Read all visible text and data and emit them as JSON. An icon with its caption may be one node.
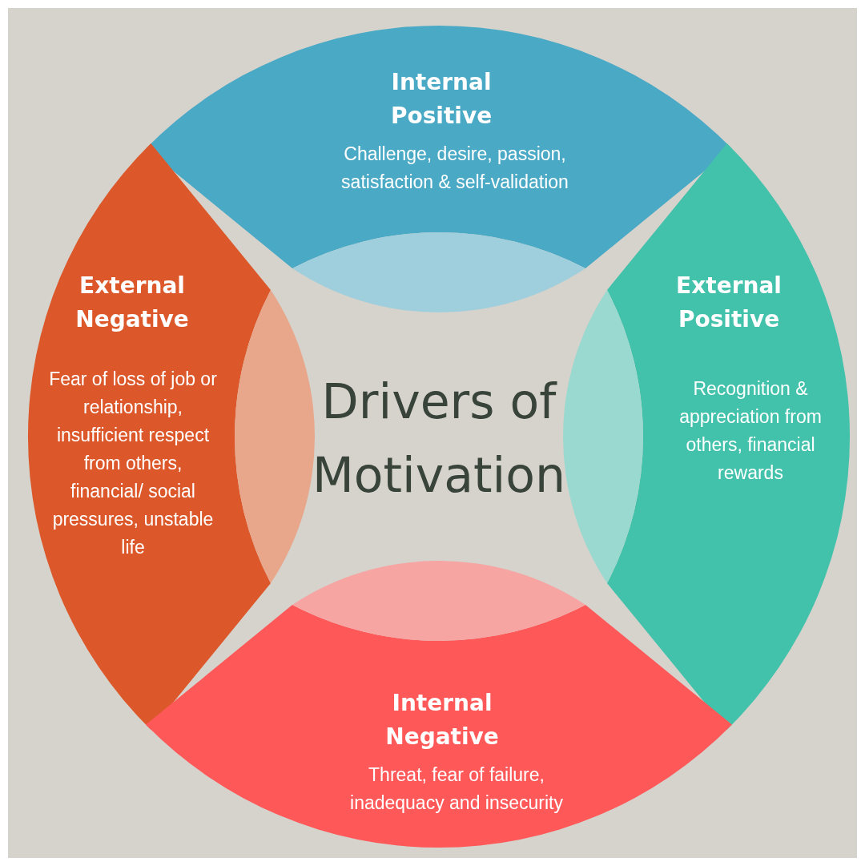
{
  "diagram": {
    "title": "Drivers of Motivation",
    "nodes": [
      {
        "text": [
          "Internal Positive",
          "Challenge, desire, passion, satisfaction & self-validation"
        ]
      },
      {
        "text": [
          "External Negative",
          "Fear of loss of job or relationship, insufficient respect from others, financial/ social pressures, unstable life"
        ]
      },
      {
        "text": [
          "External Positive",
          "Recognition & appreciation from others, financial rewards"
        ]
      },
      {
        "text": [
          "Internal Negative",
          "Threat, fear of failure, inadequacy and insecurity"
        ]
      }
    ]
  }
}
